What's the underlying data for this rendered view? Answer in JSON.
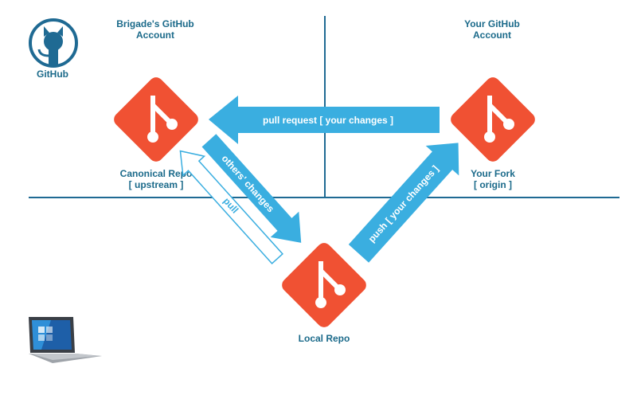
{
  "diagram": {
    "colors": {
      "line": "#1f6a93",
      "arrow": "#3aaee0",
      "git": "#f05133",
      "label": "#1b6a8a"
    },
    "github_label": "GitHub",
    "brigade_account": [
      "Brigade's GitHub",
      "Account"
    ],
    "your_account": [
      "Your GitHub",
      "Account"
    ],
    "canonical_repo": [
      "Canonical Repo",
      "[ upstream ]"
    ],
    "your_fork": [
      "Your Fork",
      "[ origin ]"
    ],
    "local_repo": "Local Repo",
    "pull_request_text": "pull request [ your changes ]",
    "others_changes_text": "others' changes",
    "pull_text": "pull",
    "push_text": "push [ your changes ]",
    "icons": [
      "github-octocat-icon",
      "git-logo-icon",
      "laptop-icon"
    ]
  }
}
